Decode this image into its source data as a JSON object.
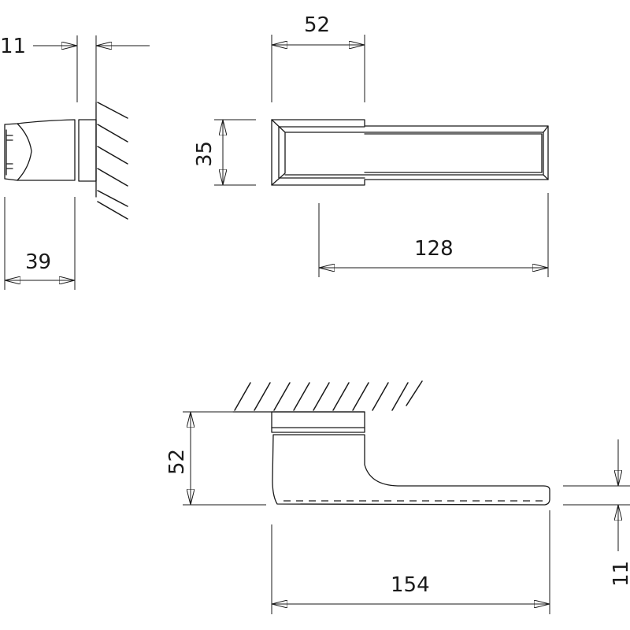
{
  "dimensions": {
    "wall_thickness": "11",
    "rose_height": "39",
    "rose_width": "52",
    "handle_height": "35",
    "handle_length": "128",
    "projection": "52",
    "overall_length": "154",
    "lever_thickness": "11"
  },
  "colors": {
    "line": "#1a1a1a",
    "background": "#ffffff"
  }
}
